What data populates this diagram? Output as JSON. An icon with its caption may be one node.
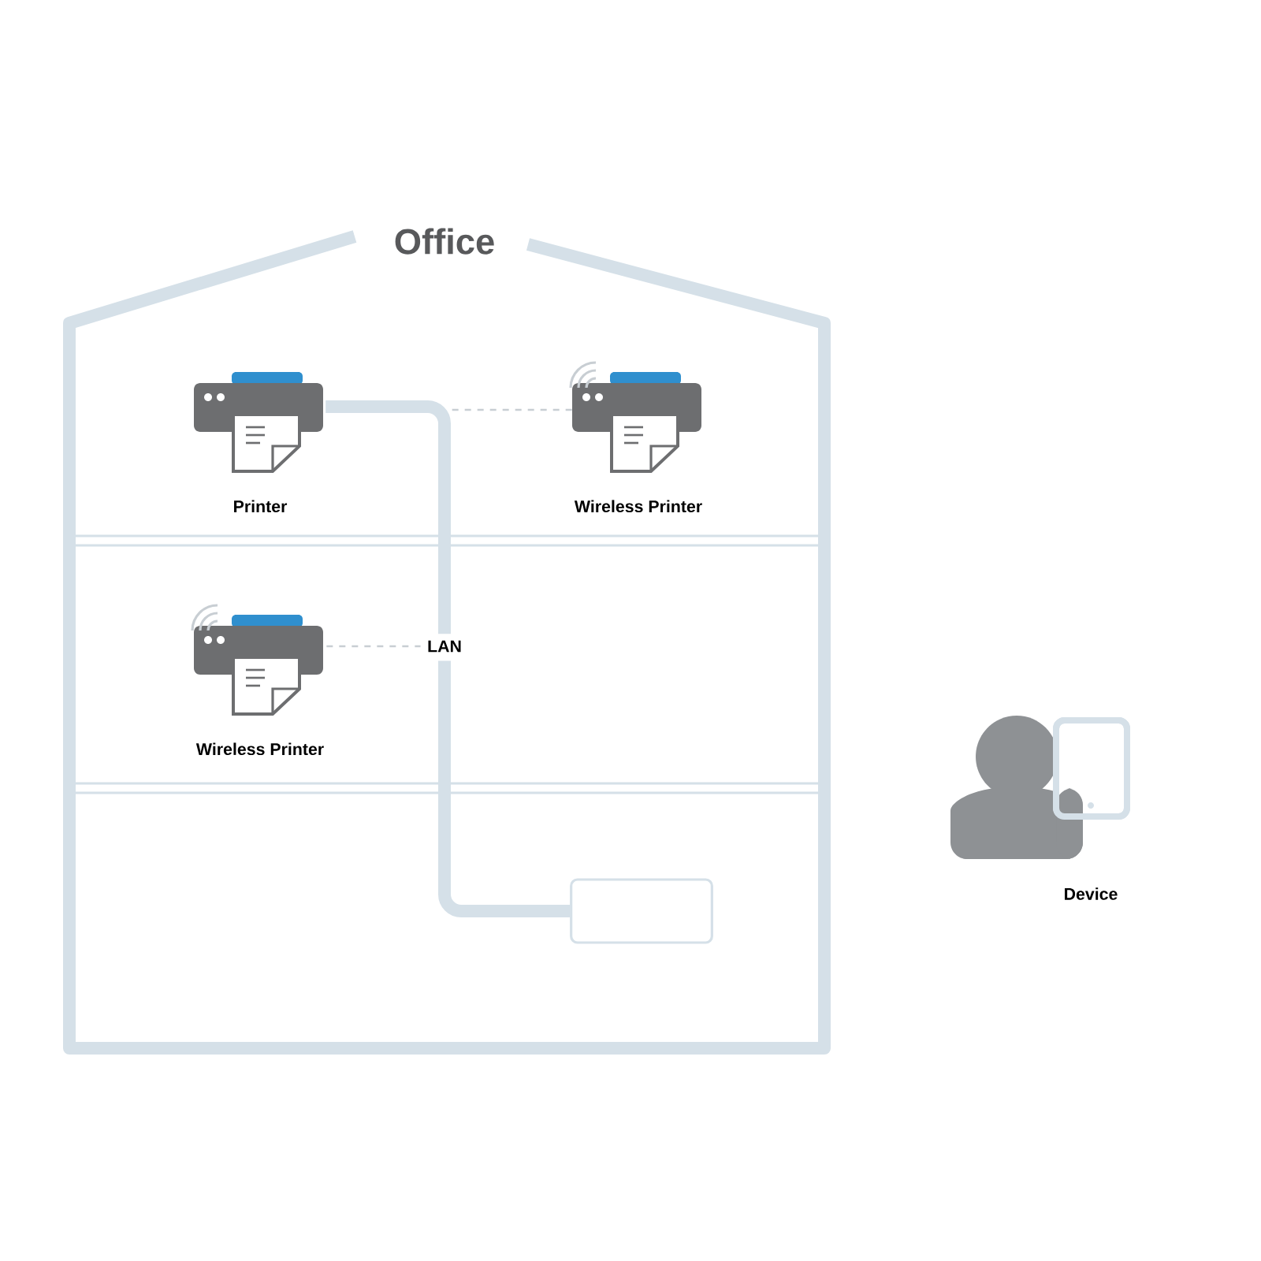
{
  "diagram": {
    "nodes": [
      {
        "text": [
          "Office"
        ]
      },
      {
        "text": [
          "Printer"
        ],
        "in": 0
      },
      {
        "text": [
          "Wireless Printer"
        ],
        "in": 0
      },
      {
        "text": [
          "Wireless Printer"
        ],
        "in": 0
      },
      {
        "text": [
          "LAN"
        ],
        "in": 0
      },
      {
        "text": [],
        "shape": "box",
        "in": 0
      },
      {
        "text": [
          "Device"
        ]
      }
    ],
    "edges": [
      {
        "from": 1,
        "to": 4,
        "arrow": "none",
        "style": "thick"
      },
      {
        "from": 4,
        "to": 5,
        "arrow": "none",
        "style": "thick"
      },
      {
        "from": 2,
        "to": null,
        "arrow": "none",
        "style": "dashed"
      },
      {
        "from": 3,
        "to": 4,
        "arrow": "none",
        "style": "dashed"
      }
    ]
  }
}
